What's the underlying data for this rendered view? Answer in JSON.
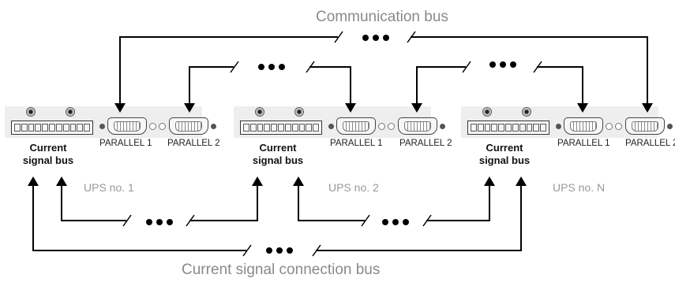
{
  "title_top": "Communication bus",
  "title_bottom": "Current signal connection bus",
  "ups_units": [
    {
      "name": "UPS no. 1",
      "current_label_1": "Current",
      "current_label_2": "signal bus",
      "port1": "PARALLEL 1",
      "port2": "PARALLEL 2"
    },
    {
      "name": "UPS no. 2",
      "current_label_1": "Current",
      "current_label_2": "signal bus",
      "port1": "PARALLEL 1",
      "port2": "PARALLEL 2"
    },
    {
      "name": "UPS no. N",
      "current_label_1": "Current",
      "current_label_2": "signal bus",
      "port1": "PARALLEL 1",
      "port2": "PARALLEL 2"
    }
  ],
  "colors": {
    "line": "#000000",
    "title": "#8a8a8a",
    "ups_label": "#999999"
  }
}
